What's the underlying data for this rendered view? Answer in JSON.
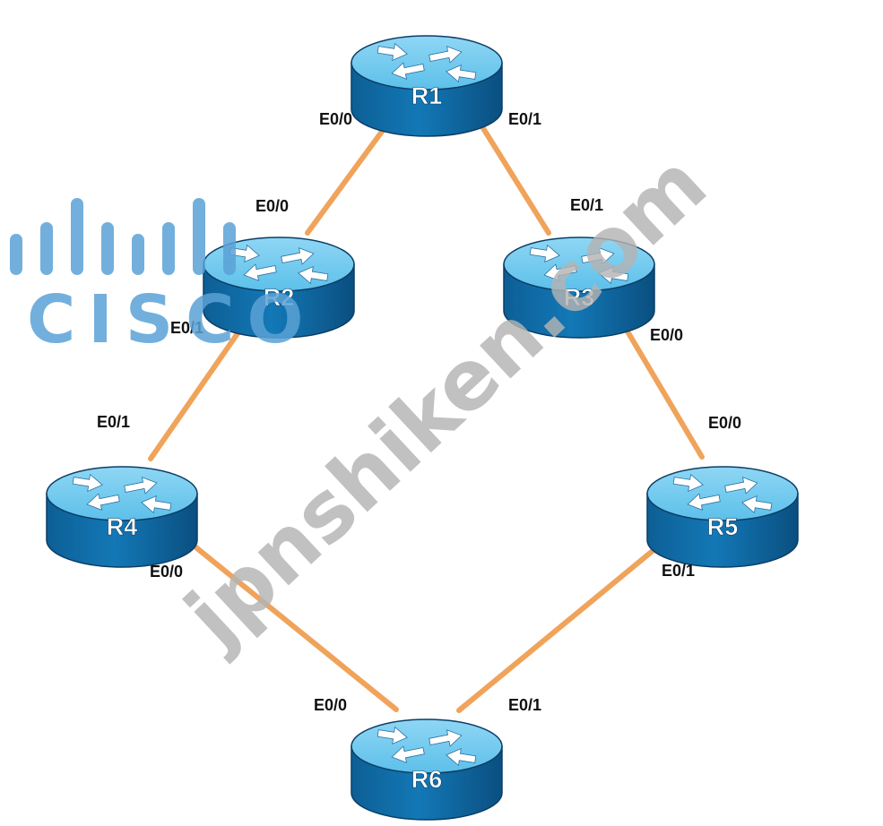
{
  "colors": {
    "link": "#f0a35a",
    "router_top": "#5cc0ea",
    "router_side": "#1378b6",
    "router_edge": "#0b3d66",
    "arrow": "#ffffff",
    "logo": "#5aa2d6",
    "watermark": "#b4b4b4"
  },
  "watermarks": {
    "logo_text": "CISCO",
    "site_text": "jpnshiken.com"
  },
  "routers": [
    {
      "id": "R1",
      "label": "R1"
    },
    {
      "id": "R2",
      "label": "R2"
    },
    {
      "id": "R3",
      "label": "R3"
    },
    {
      "id": "R4",
      "label": "R4"
    },
    {
      "id": "R5",
      "label": "R5"
    },
    {
      "id": "R6",
      "label": "R6"
    }
  ],
  "links": [
    {
      "from": "R1",
      "to": "R2",
      "from_if": "E0/0",
      "to_if": "E0/0"
    },
    {
      "from": "R1",
      "to": "R3",
      "from_if": "E0/1",
      "to_if": "E0/1"
    },
    {
      "from": "R2",
      "to": "R4",
      "from_if": "E0/1",
      "to_if": "E0/1"
    },
    {
      "from": "R3",
      "to": "R5",
      "from_if": "E0/0",
      "to_if": "E0/0"
    },
    {
      "from": "R4",
      "to": "R6",
      "from_if": "E0/0",
      "to_if": "E0/0"
    },
    {
      "from": "R5",
      "to": "R6",
      "from_if": "E0/1",
      "to_if": "E0/1"
    }
  ]
}
